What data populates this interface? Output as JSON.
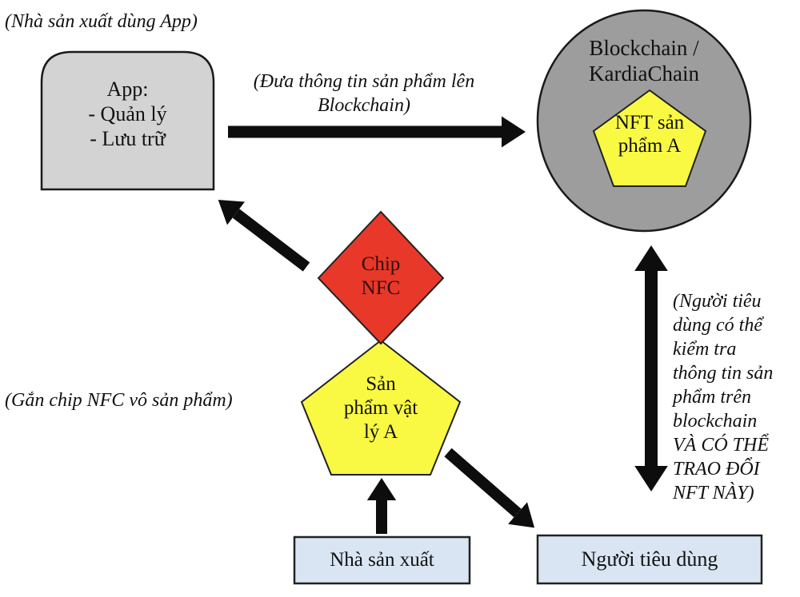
{
  "diagram": {
    "title_hint": "NFC chip + NFT product traceability flow",
    "style": {
      "arrow_color": "#0d0d0d",
      "text_color": "#111111",
      "chip_text_color": "#30100a",
      "background": "#ffffff"
    },
    "annotations": {
      "producer_uses_app": "(Nhà sản xuất dùng App)",
      "upload_info": "(Đưa thông tin sản phẩm lên\nBlockchain)",
      "attach_chip": "(Gắn chip NFC vô sản phẩm)",
      "consumer_note": "(Người tiêu\ndùng có thể\nkiểm tra\nthông tin sản\nphẩm trên\nblockchain\nVÀ CÓ THỂ\nTRAO ĐỔI\nNFT NÀY)"
    },
    "nodes": {
      "app_box": {
        "text": "App:\n- Quản lý\n- Lưu trữ",
        "fill": "#d3d3d3",
        "stroke": "#1a1a1a"
      },
      "blockchain_circle": {
        "text": "Blockchain /\nKardiaChain",
        "fill": "#9d9d9d",
        "stroke": "#1a1a1a"
      },
      "nft_pentagon": {
        "text": "NFT sản\nphẩm A",
        "fill": "#f9f943",
        "stroke": "#222222"
      },
      "chip_diamond": {
        "text": "Chip\nNFC",
        "fill": "#e8382a",
        "stroke": "#222222"
      },
      "product_pentagon": {
        "text": "Sản\nphẩm vật\nlý A",
        "fill": "#f9f943",
        "stroke": "#222222"
      },
      "producer_box": {
        "text": "Nhà sản xuất",
        "fill": "#d9e5f2",
        "stroke": "#222222"
      },
      "consumer_box": {
        "text": "Người tiêu dùng",
        "fill": "#d9e5f2",
        "stroke": "#222222"
      }
    }
  }
}
